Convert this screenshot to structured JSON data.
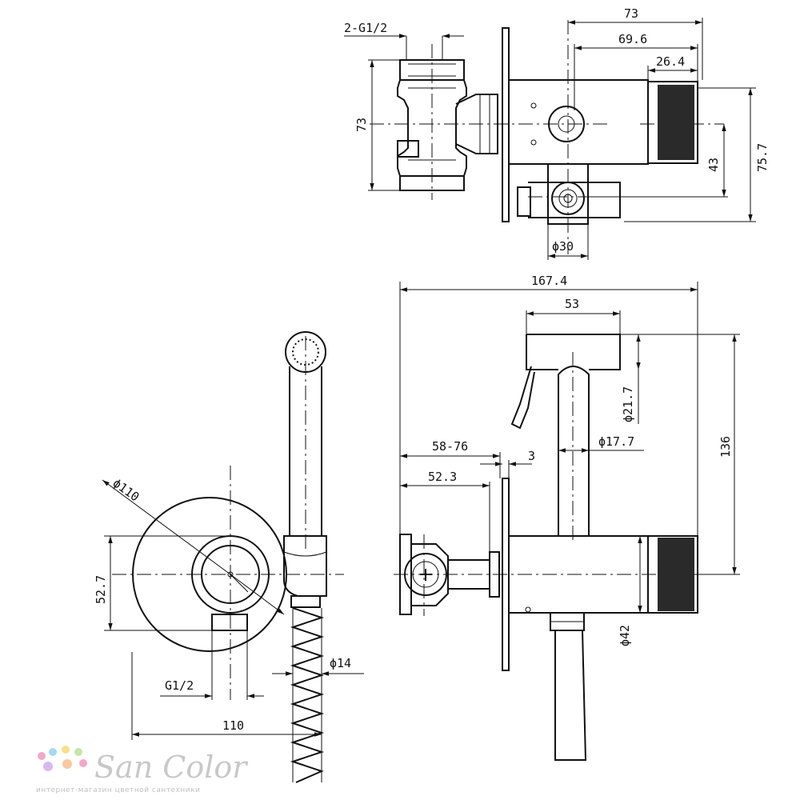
{
  "dimensions": {
    "top_view": {
      "thread": "2-G1/2",
      "width_overall": "73",
      "width_mid": "69.6",
      "knob_width": "26.4",
      "height_left": "73",
      "height_right": "75.7",
      "centre_offset": "43",
      "diameter_outlet": "ϕ30"
    },
    "side_view": {
      "length_overall": "167.4",
      "head_length": "53",
      "depth_range": "58-76",
      "plate_thickness": "3",
      "depth_fixed": "52.3",
      "head_diameter": "ϕ21.7",
      "handle_diameter": "ϕ17.7",
      "height": "136",
      "body_diameter": "ϕ42"
    },
    "front_view": {
      "plate_diameter": "ϕ110",
      "centre_height": "52.7",
      "hose_diameter": "ϕ14",
      "thread": "G1/2",
      "width": "110"
    }
  },
  "brand": {
    "name": "San Color",
    "tagline": "интернет-магазин цветной сантехники",
    "dot_colors": [
      "#f4a8c8",
      "#a8d8f0",
      "#f8e08a",
      "#c0e8a8",
      "#d8b8f0",
      "#f8c8a0"
    ]
  }
}
